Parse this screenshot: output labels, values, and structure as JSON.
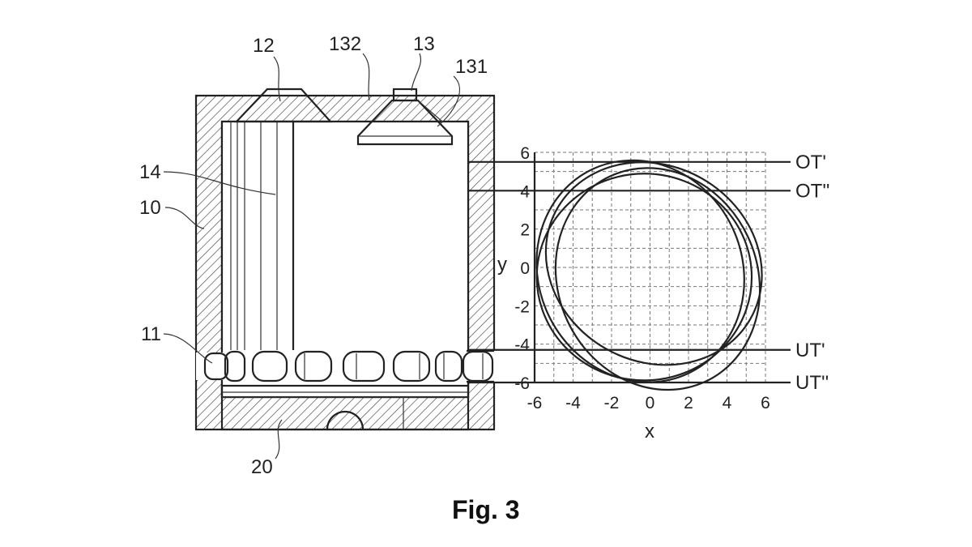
{
  "figure_caption": "Fig. 3",
  "reference_labels": {
    "housing": "10",
    "rolling_elements": "11",
    "element_12": "12",
    "element_13": "13",
    "element_131": "131",
    "element_132": "132",
    "element_14": "14",
    "element_20": "20"
  },
  "plot": {
    "x_label": "x",
    "y_label": "y",
    "x_ticks": [
      "-6",
      "-4",
      "-2",
      "0",
      "2",
      "4",
      "6"
    ],
    "y_ticks": [
      "6",
      "4",
      "2",
      "0",
      "-2",
      "-4",
      "-6"
    ],
    "x_range": [
      -6,
      6
    ],
    "y_range": [
      -6,
      6
    ],
    "levels": [
      {
        "label": "OT'",
        "y": 5.5
      },
      {
        "label": "OT''",
        "y": 4
      },
      {
        "label": "UT'",
        "y": -4.3
      },
      {
        "label": "UT''",
        "y": -6
      }
    ]
  }
}
